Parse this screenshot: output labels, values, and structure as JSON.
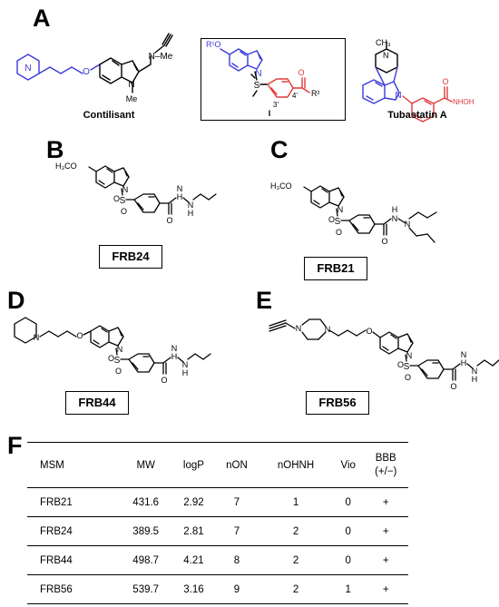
{
  "panels": {
    "a": "A",
    "b": "B",
    "c": "C",
    "d": "D",
    "e": "E",
    "f": "F"
  },
  "panel_a": {
    "left_compound": "Contilisant",
    "middle_compound": "I",
    "right_compound": "Tubastatin A",
    "atoms": {
      "r1o": "R¹O",
      "n": "N",
      "s": "S",
      "o": "O",
      "r2": "R²",
      "pos3": "3'",
      "pos4": "4'",
      "me": "Me",
      "nme": "N–Me",
      "ch3": "CH₃",
      "nhoh": "NHOH",
      "h": "H"
    }
  },
  "compounds": {
    "b": "FRB24",
    "c": "FRB21",
    "d": "FRB44",
    "e": "FRB56",
    "methoxy": "H₃CO"
  },
  "table": {
    "headers": [
      "MSM",
      "MW",
      "logP",
      "nON",
      "nOHNH",
      "Vio"
    ],
    "bbb_header_line1": "BBB",
    "bbb_header_line2": "(+/−)",
    "rows": [
      [
        "FRB21",
        "431.6",
        "2.92",
        "7",
        "1",
        "0",
        "+"
      ],
      [
        "FRB24",
        "389.5",
        "2.81",
        "7",
        "2",
        "0",
        "+"
      ],
      [
        "FRB44",
        "498.7",
        "4.21",
        "8",
        "2",
        "0",
        "+"
      ],
      [
        "FRB56",
        "539.7",
        "3.16",
        "9",
        "2",
        "1",
        "+"
      ]
    ]
  },
  "colors": {
    "blue": "#3b3bd9",
    "red": "#e23a3a",
    "black": "#000000"
  }
}
